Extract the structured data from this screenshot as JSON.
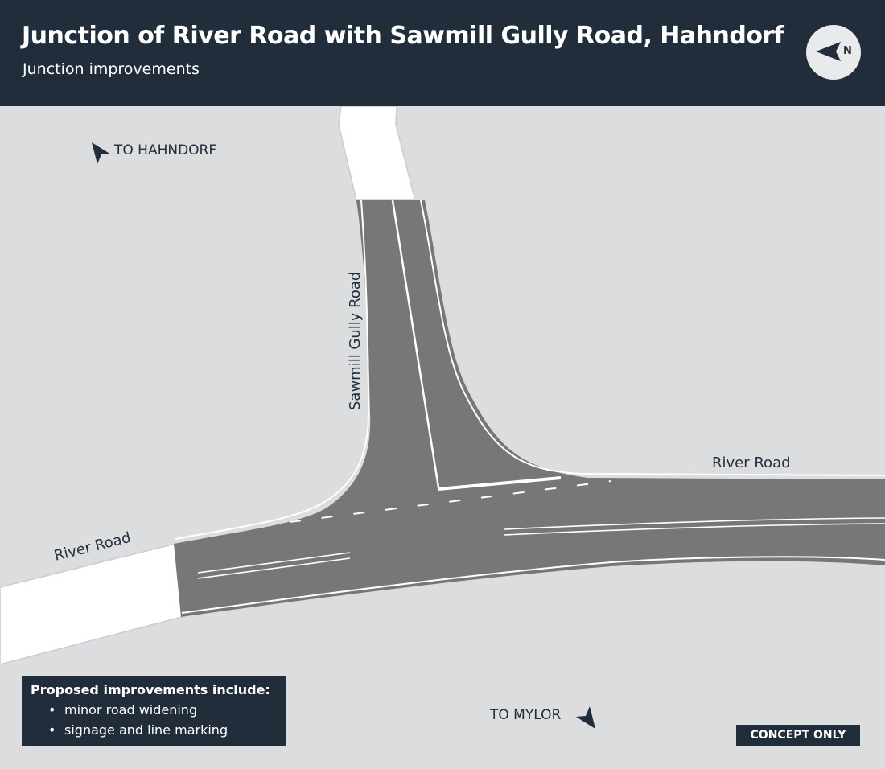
{
  "header": {
    "title": "Junction of River Road with Sawmill Gully Road, Hahndorf",
    "subtitle": "Junction improvements",
    "north_letter": "N"
  },
  "map": {
    "labels": {
      "to_hahndorf": "TO HAHNDORF",
      "to_mylor": "TO MYLOR",
      "sawmill_gully_road": "Sawmill Gully Road",
      "river_road_west": "River Road",
      "river_road_east": "River Road"
    },
    "colors": {
      "background": "#dcdddf",
      "existing_road": "#ffffff",
      "proposed_works": "#777777",
      "line_marking": "#ffffff",
      "dark": "#222d3c"
    },
    "icons": {
      "direction": "navigation-arrow-icon",
      "north": "compass-arrow-icon"
    }
  },
  "legend": {
    "title": "Proposed improvements include:",
    "items": [
      "minor road widening",
      "signage and line marking"
    ],
    "bullet": "•"
  },
  "badge": {
    "concept": "CONCEPT ONLY"
  }
}
